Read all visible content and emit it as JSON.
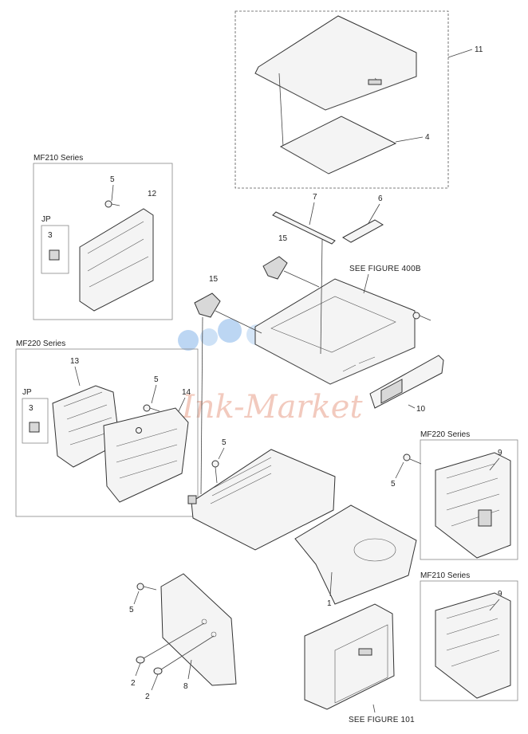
{
  "labels": {
    "l11": "11",
    "l4": "4",
    "l7": "7",
    "l6": "6",
    "l15a": "15",
    "l15b": "15",
    "l5a": "5",
    "l12": "12",
    "l3a": "3",
    "l13": "13",
    "l5b": "5",
    "l14": "14",
    "l3b": "3",
    "l5c": "5",
    "l10": "10",
    "l9a": "9",
    "l5d": "5",
    "l1": "1",
    "l5e": "5",
    "l9b": "9",
    "l2a": "2",
    "l2b": "2",
    "l8": "8"
  },
  "series": {
    "mf210_top": "MF210 Series",
    "mf220_left": "MF220 Series",
    "mf220_right": "MF220 Series",
    "mf210_right": "MF210 Series"
  },
  "jp": {
    "a": "JP",
    "b": "JP"
  },
  "figures": {
    "fig400b": "SEE FIGURE 400B",
    "fig101": "SEE FIGURE 101"
  },
  "watermark": "Ink-Market",
  "colors": {
    "watermark_blue": "#9fc4ee",
    "watermark_orange": "#f3c89a"
  }
}
